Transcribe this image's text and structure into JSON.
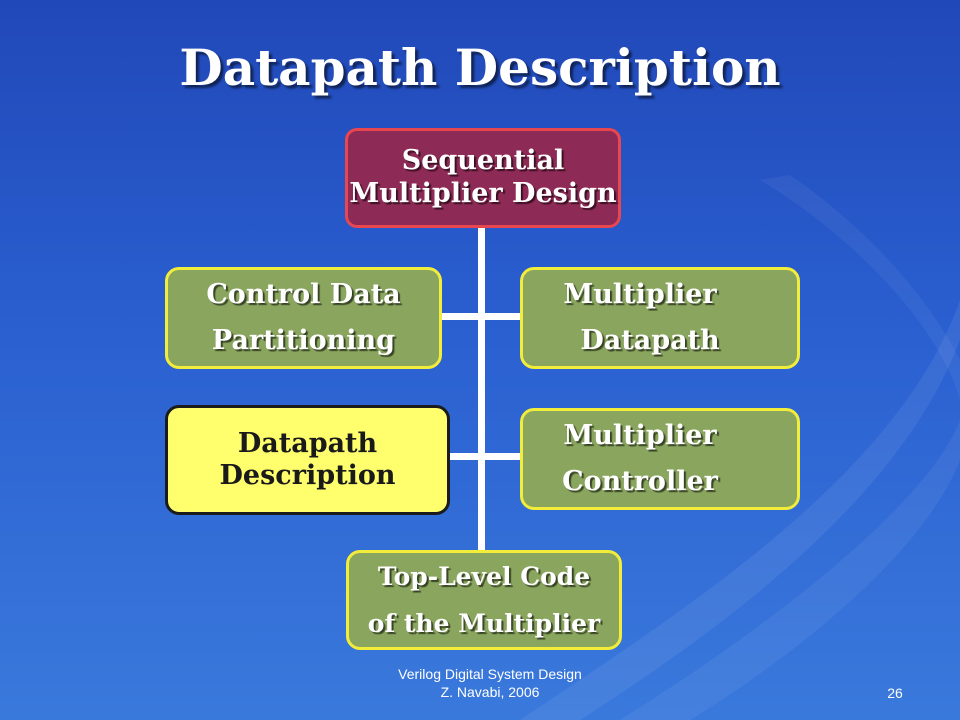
{
  "slide": {
    "title": "Datapath Description",
    "footer_line1": "Verilog Digital System Design",
    "footer_line2": "Z. Navabi, 2006",
    "page_number": "26"
  },
  "diagram": {
    "root": {
      "line1": "Sequential",
      "line2": "Multiplier Design"
    },
    "control_data_partitioning": {
      "line1": "Control Data",
      "line2": "Partitioning"
    },
    "multiplier_datapath": {
      "line1": "Multiplier",
      "line2": "Datapath"
    },
    "datapath_description": {
      "line1": "Datapath",
      "line2": "Description"
    },
    "multiplier_controller": {
      "line1": "Multiplier",
      "line2": "Controller"
    },
    "top_level_code": {
      "line1": "Top-Level Code",
      "line2": "of the Multiplier"
    }
  },
  "colors": {
    "background": "#2a5fd0",
    "root_fill": "#8e2a56",
    "root_border": "#e8474f",
    "node_fill": "#8aa65e",
    "node_border": "#f2ec3a",
    "active_fill": "#ffff6e",
    "active_border": "#1b1b1b"
  }
}
